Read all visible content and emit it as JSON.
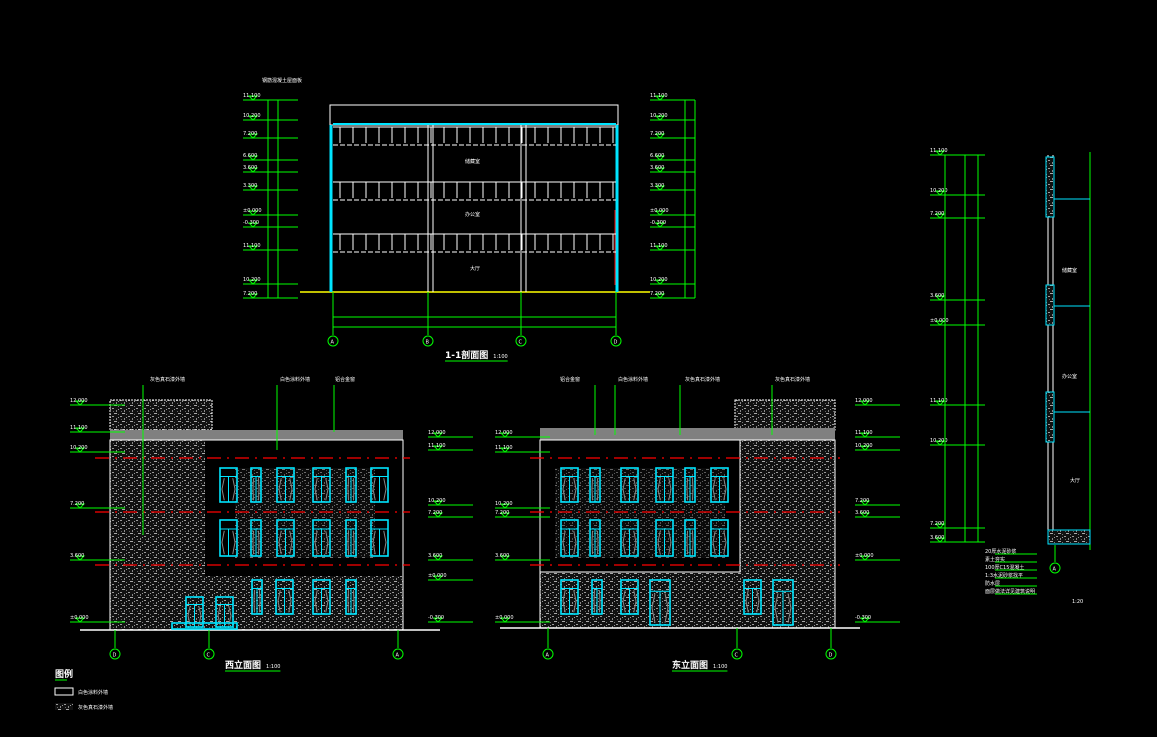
{
  "section": {
    "title": "1-1剖面图",
    "scale": "1:100",
    "grids": [
      "A",
      "B",
      "C",
      "D"
    ],
    "rooms": [
      "储藏室",
      "办公室",
      "大厅"
    ],
    "levels": [
      "11.100",
      "10.200",
      "7.200",
      "6.600",
      "3.600",
      "3.300",
      "±0.000",
      "-0.300"
    ],
    "note": "钢筋混凝土屋面板"
  },
  "west": {
    "title": "西立面图",
    "scale": "1:100",
    "grids": [
      "D",
      "C",
      "A"
    ],
    "notes": [
      "灰色真石漆外墙",
      "白色涂料外墙",
      "铝合金窗"
    ],
    "levels": [
      "12.000",
      "11.100",
      "10.200",
      "7.200",
      "3.600",
      "±0.000",
      "-0.300"
    ]
  },
  "east": {
    "title": "东立面图",
    "scale": "1:100",
    "grids": [
      "A",
      "C",
      "D"
    ],
    "notes": [
      "铝合金窗",
      "白色涂料外墙",
      "灰色真石漆外墙",
      "灰色真石漆外墙"
    ],
    "levels": [
      "12.000",
      "11.100",
      "10.200",
      "7.200",
      "3.600",
      "±0.000",
      "-0.300"
    ]
  },
  "detail": {
    "grid": "A",
    "scale": "1:20",
    "rooms": [
      "储藏室",
      "办公室",
      "大厅"
    ],
    "layers": [
      "20厚水泥砂浆",
      "素土夯实",
      "100厚C15混凝土",
      "1:3水泥砂浆找平",
      "防水层",
      "面层做法详见建筑说明"
    ]
  },
  "legend": {
    "title": "图例",
    "items": [
      "白色涂料外墙",
      "灰色真石漆外墙"
    ]
  },
  "colors": {
    "grid": "#00ff00",
    "glass": "#00e5ff",
    "axis": "#ff0000",
    "ground": "#ffff00"
  }
}
